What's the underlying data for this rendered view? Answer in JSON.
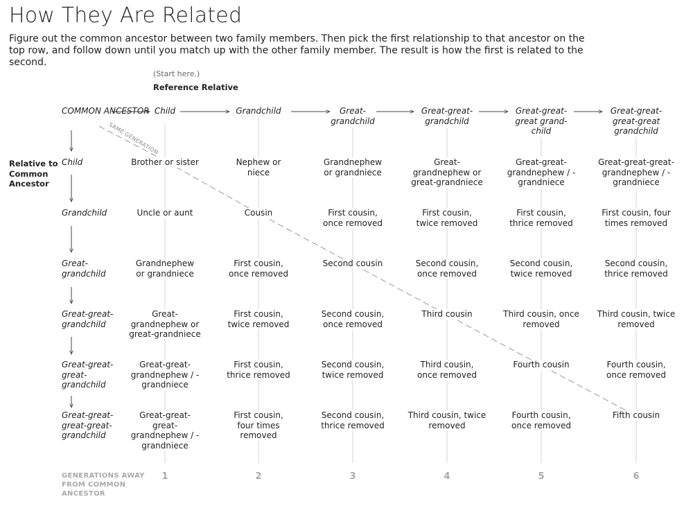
{
  "title": "How They Are Related",
  "intro": "Figure out the common ancestor between two family members. Then pick the first relationship to that ancestor on the top row, and follow down until you match up with the other family member. The result is how the first is related to the second.",
  "start_note": "(Start here.)",
  "reference_label": "Reference Relative",
  "common_ancestor": "COMMON ANCESTOR",
  "same_generation": "SAME GENERATION",
  "relative_label": "Relative to Common Ancestor",
  "generations_label": "GENERATIONS AWAY FROM COMMON ANCESTOR",
  "columns": [
    {
      "header": "Child",
      "gen": "1"
    },
    {
      "header": "Grandchild",
      "gen": "2"
    },
    {
      "header": "Great-grandchild",
      "gen": "3"
    },
    {
      "header": "Great-great-grandchild",
      "gen": "4"
    },
    {
      "header": "Great-great-great grand-child",
      "gen": "5"
    },
    {
      "header": "Great-great-great-great grandchild",
      "gen": "6"
    }
  ],
  "rows": [
    {
      "label": "Child",
      "cells": [
        "Brother or sister",
        "Nephew or niece",
        "Grandnephew or grandniece",
        "Great-grandnephew or great-grandniece",
        "Great-great-grandnephew / -grandniece",
        "Great-great-great-grandnephew / -grandniece"
      ]
    },
    {
      "label": "Grandchild",
      "cells": [
        "Uncle or aunt",
        "Cousin",
        "First cousin, once removed",
        "First cousin, twice removed",
        "First cousin, thrice removed",
        "First cousin, four times removed"
      ]
    },
    {
      "label": "Great-grandchild",
      "cells": [
        "Grandnephew or grandniece",
        "First cousin, once removed",
        "Second cousin",
        "Second cousin, once removed",
        "Second cousin, twice removed",
        "Second cousin, thrice removed"
      ]
    },
    {
      "label": "Great-great-grandchild",
      "cells": [
        "Great-grandnephew or great-grandniece",
        "First cousin, twice removed",
        "Second cousin, once removed",
        "Third cousin",
        "Third cousin, once removed",
        "Third cousin, twice removed"
      ]
    },
    {
      "label": "Great-great-great-grandchild",
      "cells": [
        "Great-great-grandnephew / -grandniece",
        "First cousin, thrice removed",
        "Second cousin, twice removed",
        "Third cousin, once removed",
        "Fourth cousin",
        "Fourth cousin, once removed"
      ]
    },
    {
      "label": "Great-great-great-great-grandchild",
      "cells": [
        "Great-great-great-grandnephew / -grandniece",
        "First cousin, four times removed",
        "Second cousin, thrice removed",
        "Third cousin, twice removed",
        "Fourth cousin, once removed",
        "Fifth cousin"
      ]
    }
  ]
}
